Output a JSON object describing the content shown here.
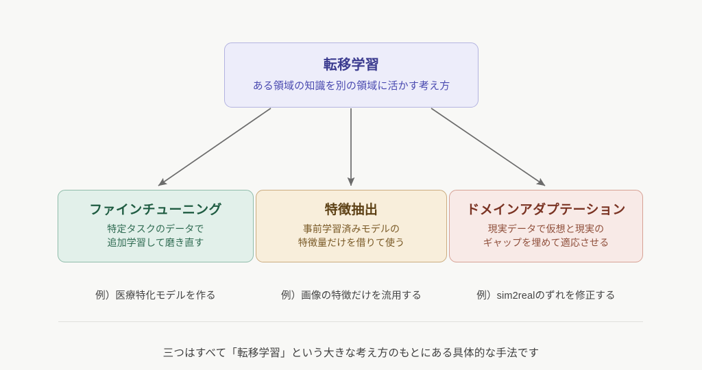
{
  "colors": {
    "background": "#f8f8f6",
    "root_fill": "#ededfa",
    "root_border": "#b3b3e0",
    "root_title_text": "#3b3b8f",
    "finetune_fill": "#e2f0ea",
    "finetune_border": "#8fbcaa",
    "finetune_title_text": "#1f5c42",
    "feature_fill": "#f8eedb",
    "feature_border": "#cbab7e",
    "feature_title_text": "#5c4014",
    "domain_fill": "#f8eae7",
    "domain_border": "#d6a093",
    "domain_title_text": "#7a3323",
    "arrow": "#6b6b6b",
    "divider": "#e0e0dd",
    "caption_text": "#444444"
  },
  "root": {
    "title": "転移学習",
    "description": "ある領域の知識を別の領域に活かす考え方"
  },
  "children": [
    {
      "id": "finetune",
      "title": "ファインチューニング",
      "desc_line1": "特定タスクのデータで",
      "desc_line2": "追加学習して磨き直す",
      "example": "例）医療特化モデルを作る"
    },
    {
      "id": "feature",
      "title": "特徴抽出",
      "desc_line1": "事前学習済みモデルの",
      "desc_line2": "特徴量だけを借りて使う",
      "example": "例）画像の特徴だけを流用する"
    },
    {
      "id": "domain",
      "title": "ドメインアダプテーション",
      "desc_line1": "現実データで仮想と現実の",
      "desc_line2": "ギャップを埋めて適応させる",
      "example": "例）sim2realのずれを修正する"
    }
  ],
  "footer": {
    "note": "三つはすべて「転移学習」という大きな考え方のもとにある具体的な手法です"
  }
}
